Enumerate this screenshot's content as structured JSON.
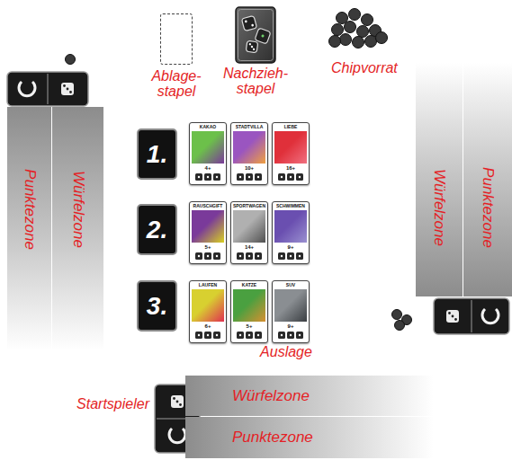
{
  "diagram": {
    "nodes": [
      {
        "text": [
          "Ablage- stapel"
        ]
      },
      {
        "text": [
          "Nachzieh- stapel"
        ]
      },
      {
        "text": [
          "Punktezone"
        ]
      },
      {
        "text": [
          "Würfelzone"
        ]
      },
      {
        "text": [
          "Würfelzone"
        ]
      },
      {
        "text": [
          "Punktezone"
        ]
      },
      {
        "text": [
          "1."
        ]
      },
      {
        "text": [
          "KAKAO",
          "4+"
        ]
      },
      {
        "text": [
          "STADTVILLA",
          "10+"
        ]
      },
      {
        "text": [
          "LIEBE",
          "16+"
        ]
      },
      {
        "text": [
          "2."
        ]
      },
      {
        "text": [
          "RAUSCHGIFT",
          "5+"
        ]
      },
      {
        "text": [
          "SPORTWAGEN",
          "14+"
        ]
      },
      {
        "text": [
          "SCHWIMMEN",
          "9+"
        ]
      },
      {
        "text": [
          "3."
        ]
      },
      {
        "text": [
          "LAUFEN",
          "6+"
        ]
      },
      {
        "text": [
          "KATZE",
          "5+"
        ]
      },
      {
        "text": [
          "SUV",
          "9+"
        ]
      },
      {
        "text": [
          "Würfelzone"
        ]
      },
      {
        "text": [
          "Punktezone"
        ]
      }
    ],
    "labels": [
      "Chipvorrat",
      "Auslage",
      "Startspieler"
    ]
  }
}
